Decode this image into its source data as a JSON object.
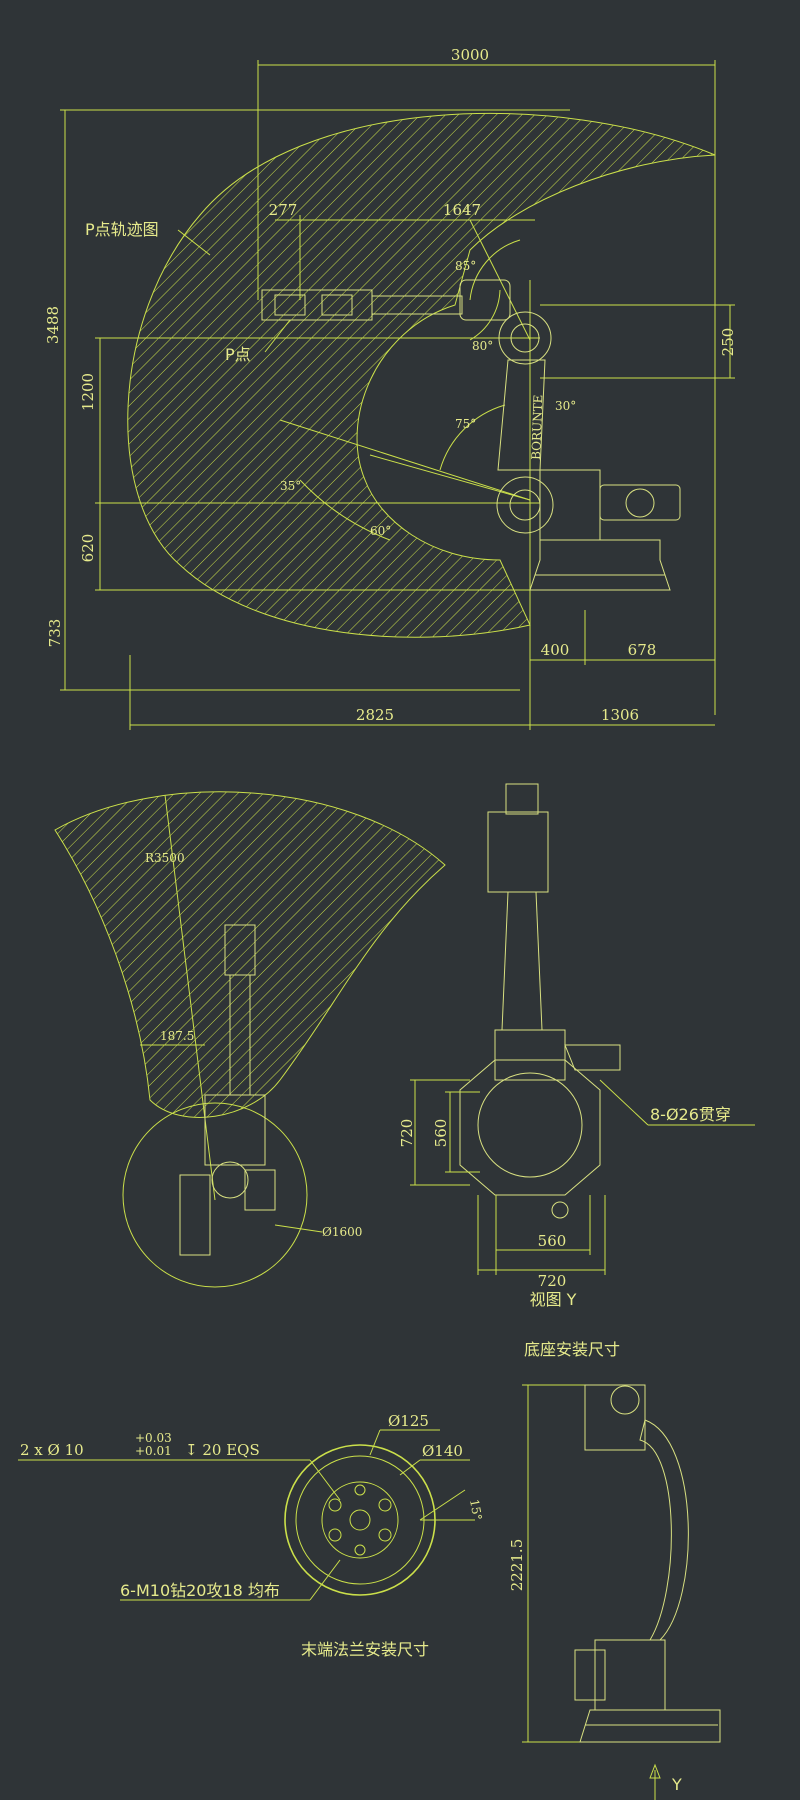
{
  "accent": "#cbe04a",
  "background": "#2f3437",
  "view1": {
    "dim_top": "3000",
    "dim_277": "277",
    "dim_1647": "1647",
    "dim_left": "3488",
    "dim_1200": "1200",
    "dim_620": "620",
    "dim_733": "733",
    "dim_250": "250",
    "dim_400": "400",
    "dim_678": "678",
    "dim_2825": "2825",
    "dim_1306": "1306",
    "ang_85": "85°",
    "ang_80": "80°",
    "ang_75": "75°",
    "ang_30": "30°",
    "ang_35": "35°",
    "ang_60": "60°",
    "traj_label": "P点轨迹图",
    "p_label": "P点",
    "brand": "BORUNTE"
  },
  "view2": {
    "radius": "R3500",
    "dim_187": "187.5",
    "dia_1600": "Ø1600"
  },
  "view3": {
    "dim_720_v": "720",
    "dim_560_v": "560",
    "dim_560_h": "560",
    "dim_720_h": "720",
    "holes": "8-Ø26贯穿",
    "view_label": "视图 Y",
    "caption": "底座安装尺寸"
  },
  "view4": {
    "pin_spec": "2 x Ø 10",
    "tol_upper": "+0.03",
    "tol_lower": "+0.01",
    "depth": "↧ 20 EQS",
    "dia_125": "Ø125",
    "dia_140": "Ø140",
    "angle_15": "15°",
    "thread_spec": "6-M10钻20攻18 均布",
    "caption": "末端法兰安装尺寸"
  },
  "view5": {
    "height": "2221.5",
    "arrow_label": "Y"
  }
}
